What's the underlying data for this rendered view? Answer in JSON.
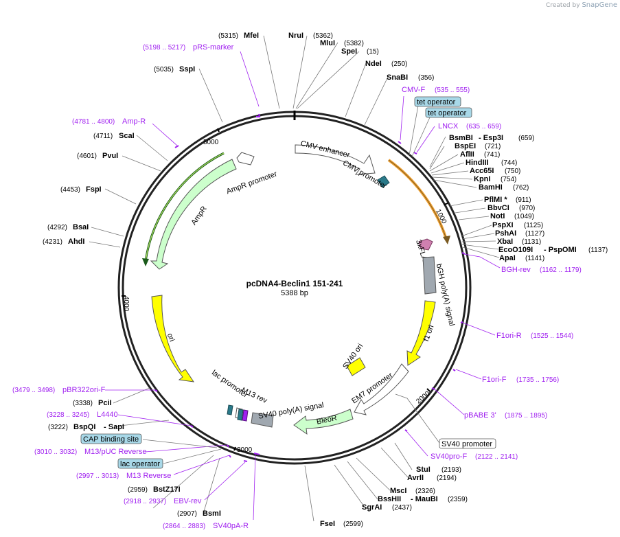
{
  "credit": {
    "prefix": "Created by",
    "brand": "SnapGene"
  },
  "plasmid": {
    "name": "pcDNA4-Beclin1 151-241",
    "length": "5388 bp"
  },
  "ticks": [
    "5000",
    "1000",
    "4000",
    "2000",
    "3000"
  ],
  "sites": [
    {
      "name": "MfeI",
      "pos": "(5315)"
    },
    {
      "name": "NruI",
      "pos": "(5362)"
    },
    {
      "name": "MluI",
      "pos": "(5382)"
    },
    {
      "name": "SpeI",
      "pos": "(15)"
    },
    {
      "name": "NdeI",
      "pos": "(250)"
    },
    {
      "name": "SnaBI",
      "pos": "(356)"
    },
    {
      "name": "SspI",
      "pos": "(5035)"
    },
    {
      "name": "ScaI",
      "pos": "(4711)"
    },
    {
      "name": "PvuI",
      "pos": "(4601)"
    },
    {
      "name": "FspI",
      "pos": "(4453)"
    },
    {
      "name": "BsaI",
      "pos": "(4292)"
    },
    {
      "name": "AhdI",
      "pos": "(4231)"
    },
    {
      "name": "BsmBI",
      "name2": "Esp3I",
      "pos": "(659)"
    },
    {
      "name": "BspEI",
      "pos": "(721)"
    },
    {
      "name": "AflII",
      "pos": "(741)"
    },
    {
      "name": "HindIII",
      "pos": "(744)"
    },
    {
      "name": "Acc65I",
      "pos": "(750)"
    },
    {
      "name": "KpnI",
      "pos": "(754)"
    },
    {
      "name": "BamHI",
      "pos": "(762)"
    },
    {
      "name": "PflMI *",
      "pos": "(911)"
    },
    {
      "name": "BbvCI",
      "pos": "(970)"
    },
    {
      "name": "NotI",
      "pos": "(1049)"
    },
    {
      "name": "PspXI",
      "pos": "(1125)"
    },
    {
      "name": "PshAI",
      "pos": "(1127)"
    },
    {
      "name": "XbaI",
      "pos": "(1131)"
    },
    {
      "name": "EcoO109I",
      "name2": "PspOMI",
      "pos": "(1137)"
    },
    {
      "name": "ApaI",
      "pos": "(1141)"
    },
    {
      "name": "PciI",
      "pos": "(3338)"
    },
    {
      "name": "BspQI",
      "name2": "SapI",
      "pos": "(3222)"
    },
    {
      "name": "BstZ17I",
      "pos": "(2959)"
    },
    {
      "name": "BsmI",
      "pos": "(2907)"
    },
    {
      "name": "FseI",
      "pos": "(2599)"
    },
    {
      "name": "SgrAI",
      "pos": "(2437)"
    },
    {
      "name": "BssHII",
      "name2": "MauBI",
      "pos": "(2359)"
    },
    {
      "name": "MscI",
      "pos": "(2326)"
    },
    {
      "name": "AvrII",
      "pos": "(2194)"
    },
    {
      "name": "StuI",
      "pos": "(2193)"
    }
  ],
  "primers": [
    {
      "name": "pRS-marker",
      "pos": "(5198 .. 5217)"
    },
    {
      "name": "Amp-R",
      "pos": "(4781 .. 4800)"
    },
    {
      "name": "CMV-F",
      "pos": "(535 .. 555)"
    },
    {
      "name": "LNCX",
      "pos": "(635 .. 659)"
    },
    {
      "name": "BGH-rev",
      "pos": "(1162 .. 1179)"
    },
    {
      "name": "F1ori-R",
      "pos": "(1525 .. 1544)"
    },
    {
      "name": "F1ori-F",
      "pos": "(1735 .. 1756)"
    },
    {
      "name": "pBABE 3'",
      "pos": "(1875 .. 1895)"
    },
    {
      "name": "SV40pro-F",
      "pos": "(2122 .. 2141)"
    },
    {
      "name": "pBR322ori-F",
      "pos": "(3479 .. 3498)"
    },
    {
      "name": "L4440",
      "pos": "(3228 .. 3245)"
    },
    {
      "name": "M13/pUC Reverse",
      "pos": "(3010 .. 3032)"
    },
    {
      "name": "M13 Reverse",
      "pos": "(2997 .. 3013)"
    },
    {
      "name": "EBV-rev",
      "pos": "(2918 .. 2937)"
    },
    {
      "name": "SV40pA-R",
      "pos": "(2864 .. 2883)"
    }
  ],
  "boxes": [
    {
      "name": "tet operator",
      "color": "#a8d8e8"
    },
    {
      "name": "tet operator",
      "color": "#a8d8e8"
    },
    {
      "name": "CAP binding site",
      "color": "#a8d8e8"
    },
    {
      "name": "lac operator",
      "color": "#a8d8e8"
    },
    {
      "name": "SV40 promoter",
      "color": "#ffffff"
    }
  ],
  "features": [
    {
      "name": "CMV enhancer"
    },
    {
      "name": "CMV promoter"
    },
    {
      "name": "AmpR promoter"
    },
    {
      "name": "AmpR"
    },
    {
      "name": "ori"
    },
    {
      "name": "3xFLAG"
    },
    {
      "name": "bGH poly(A) signal"
    },
    {
      "name": "f1 ori"
    },
    {
      "name": "SV40 ori"
    },
    {
      "name": "EM7 promoter"
    },
    {
      "name": "BleoR"
    },
    {
      "name": "SV40 poly(A) signal"
    },
    {
      "name": "lac promoter"
    },
    {
      "name": "M13 rev"
    }
  ],
  "colors": {
    "ampr": "#ccffcc",
    "ori": "#ffff00",
    "primer": "#a020f0",
    "insert": "#f0a030",
    "cmv_promoter": "#2a7a8a",
    "polyA": "#a0a8b0",
    "flag": "#d080b0"
  }
}
